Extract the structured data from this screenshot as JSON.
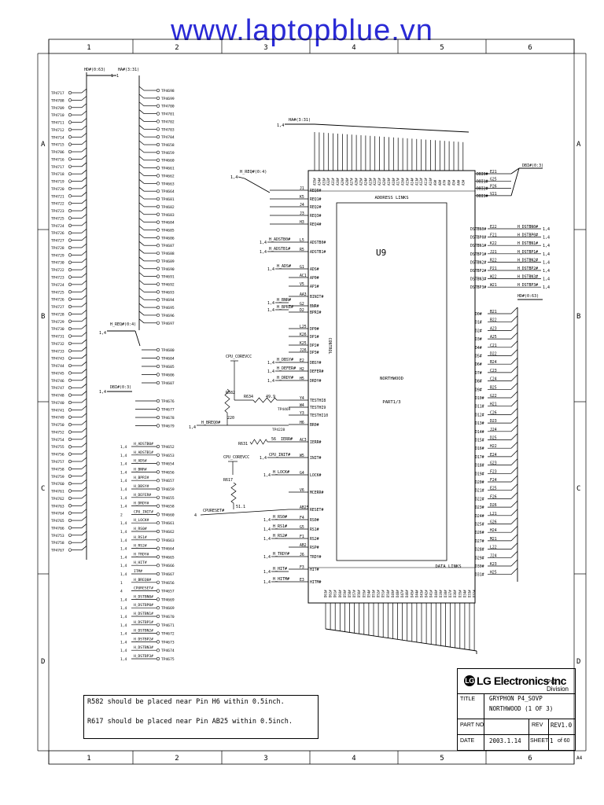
{
  "watermark": "www.laptopblue.vn",
  "border": {
    "columns": [
      "1",
      "2",
      "3",
      "4",
      "5",
      "6"
    ],
    "rows": [
      "A",
      "B",
      "C",
      "D"
    ],
    "sheet_size": "A4"
  },
  "chip": {
    "ref": "U9",
    "name": "NORTHWOOD",
    "part": "PART1/3",
    "address_links": "ADDRESS LINKS",
    "data_links": "DATA LINKS",
    "control": "CONTROL",
    "top_pins": [
      "A35#",
      "A34#",
      "A33#",
      "A32#",
      "A31#",
      "A30#",
      "A29#",
      "A28#",
      "A27#",
      "A26#",
      "A25#",
      "A24#",
      "A23#",
      "A22#",
      "A21#",
      "A20#",
      "A19#",
      "A18#",
      "A17#",
      "A16#",
      "A15#",
      "A14#",
      "A13#",
      "A12#",
      "A11#",
      "A10#",
      "A9#",
      "A8#",
      "A7#",
      "A6#",
      "A5#",
      "A4#",
      "A3#"
    ],
    "bottom_pins": [
      "D63#",
      "D62#",
      "D61#",
      "D60#",
      "D59#",
      "D58#",
      "D57#",
      "D56#",
      "D55#",
      "D54#",
      "D53#",
      "D52#",
      "D51#",
      "D50#",
      "D49#",
      "D48#",
      "D47#",
      "D46#",
      "D45#",
      "D44#",
      "D43#",
      "D42#",
      "D41#",
      "D40#",
      "D39#",
      "D38#",
      "D37#",
      "D36#",
      "D35#",
      "D34#",
      "D33#",
      "D32#"
    ],
    "left_pins": [
      {
        "num": "J1",
        "name": "REQ0#"
      },
      {
        "num": "K5",
        "name": "REQ1#"
      },
      {
        "num": "J4",
        "name": "REQ2#"
      },
      {
        "num": "J3",
        "name": "REQ3#"
      },
      {
        "num": "H3",
        "name": "REQ4#"
      },
      {
        "num": "L5",
        "name": "ADSTB0#"
      },
      {
        "num": "R5",
        "name": "ADSTB1#"
      },
      {
        "num": "G1",
        "name": "ADS#"
      },
      {
        "num": "AC1",
        "name": "AP0#"
      },
      {
        "num": "V5",
        "name": "AP1#"
      },
      {
        "num": "AA3",
        "name": "BINIT#"
      },
      {
        "num": "G2",
        "name": "BNR#"
      },
      {
        "num": "D2",
        "name": "BPRI#"
      },
      {
        "num": "L25",
        "name": "DP0#"
      },
      {
        "num": "K26",
        "name": "DP1#"
      },
      {
        "num": "K25",
        "name": "DP2#"
      },
      {
        "num": "J26",
        "name": "DP3#"
      },
      {
        "num": "E2",
        "name": "DBSY#"
      },
      {
        "num": "H2",
        "name": "DEFER#"
      },
      {
        "num": "H5",
        "name": "DRDY#"
      },
      {
        "num": "Y4",
        "name": "TESTHI8"
      },
      {
        "num": "W4",
        "name": "TESTHI9"
      },
      {
        "num": "Y3",
        "name": "TESTHI10"
      },
      {
        "num": "H6",
        "name": "BR0#"
      },
      {
        "num": "AC3",
        "name": "IERR#"
      },
      {
        "num": "W5",
        "name": "INIT#"
      },
      {
        "num": "G4",
        "name": "LOCK#"
      },
      {
        "num": "V6",
        "name": "MCERR#"
      },
      {
        "num": "AB25",
        "name": "RESET#"
      },
      {
        "num": "F4",
        "name": "RS0#"
      },
      {
        "num": "G5",
        "name": "RS1#"
      },
      {
        "num": "F1",
        "name": "RS2#"
      },
      {
        "num": "AB2",
        "name": "RSP#"
      },
      {
        "num": "J6",
        "name": "TRDY#"
      },
      {
        "num": "F3",
        "name": "HIT#"
      },
      {
        "num": "E3",
        "name": "HITM#"
      }
    ],
    "right_top_pins": [
      {
        "num": "E21",
        "name": "DBI0#"
      },
      {
        "num": "G25",
        "name": "DBI1#"
      },
      {
        "num": "P26",
        "name": "DBI2#"
      },
      {
        "num": "V21",
        "name": "DBI3#"
      }
    ],
    "right_strobe_pins": [
      {
        "num": "E22",
        "name": "DSTBN0#"
      },
      {
        "num": "F21",
        "name": "DSTBP0#"
      },
      {
        "num": "K22",
        "name": "DSTBN1#"
      },
      {
        "num": "J21",
        "name": "DSTBP1#"
      },
      {
        "num": "R22",
        "name": "DSTBN2#"
      },
      {
        "num": "P21",
        "name": "DSTBP2#"
      },
      {
        "num": "W22",
        "name": "DSTBN3#"
      },
      {
        "num": "W21",
        "name": "DSTBP3#"
      }
    ],
    "right_data_pins": [
      {
        "num": "B21",
        "name": "D0#"
      },
      {
        "num": "B22",
        "name": "D1#"
      },
      {
        "num": "A23",
        "name": "D2#"
      },
      {
        "num": "A25",
        "name": "D3#"
      },
      {
        "num": "C21",
        "name": "D4#"
      },
      {
        "num": "D22",
        "name": "D5#"
      },
      {
        "num": "B24",
        "name": "D6#"
      },
      {
        "num": "C23",
        "name": "D7#"
      },
      {
        "num": "C24",
        "name": "D8#"
      },
      {
        "num": "B25",
        "name": "D9#"
      },
      {
        "num": "G22",
        "name": "D10#"
      },
      {
        "num": "H21",
        "name": "D11#"
      },
      {
        "num": "C26",
        "name": "D12#"
      },
      {
        "num": "D23",
        "name": "D13#"
      },
      {
        "num": "J24",
        "name": "D14#"
      },
      {
        "num": "D25",
        "name": "D15#"
      },
      {
        "num": "H22",
        "name": "D16#"
      },
      {
        "num": "E24",
        "name": "D17#"
      },
      {
        "num": "G23",
        "name": "D18#"
      },
      {
        "num": "F23",
        "name": "D19#"
      },
      {
        "num": "F24",
        "name": "D20#"
      },
      {
        "num": "E25",
        "name": "D21#"
      },
      {
        "num": "F26",
        "name": "D22#"
      },
      {
        "num": "D26",
        "name": "D23#"
      },
      {
        "num": "L21",
        "name": "D24#"
      },
      {
        "num": "G26",
        "name": "D25#"
      },
      {
        "num": "H24",
        "name": "D26#"
      },
      {
        "num": "M21",
        "name": "D27#"
      },
      {
        "num": "L22",
        "name": "D28#"
      },
      {
        "num": "J24",
        "name": "D29#"
      },
      {
        "num": "K23",
        "name": "D30#"
      },
      {
        "num": "H25",
        "name": "D31#"
      }
    ]
  },
  "signals": {
    "hd_bus": "HD#(0:63)",
    "ha_bus": "HA#(3:31)",
    "ha_bus2": "HA#(3:31)",
    "hreq_top": "H_REQ#(0:4)",
    "hreq_mid": "H_REQ#(0:4)",
    "dbi_bus": "DBI#(0:3)",
    "dbi_out": "DBI#(0:3)",
    "hd_out": "HD#(0:63)",
    "cpu_core_vcc_1": "CPU_COREVCC",
    "cpu_core_vcc_2": "CPU_COREVCC",
    "r582": "R582",
    "r582_val": "220",
    "r634": "R634",
    "r634_val": "49.9",
    "r631": "R631",
    "r631_val": "56",
    "r617": "R617",
    "r617_val": "51.1",
    "tp4469": "TP4469",
    "tp4228": "TP4228",
    "cpurst": "CPURESET#",
    "h_breq0": "H_BREQ0#",
    "h_ierr": "IERR#",
    "cpu_init": "CPU_INIT#",
    "h_lock": "H_LOCK#",
    "h_adstb0": "H_ADSTB0#",
    "h_adstb1": "H_ADSTB1#",
    "h_ads": "H_ADS#",
    "h_bnr": "H_BNR#",
    "h_bpri": "H_BPRI#",
    "h_dbsy": "H_DBSY#",
    "h_defer": "H_DEFER#",
    "h_drdy": "H_DRDY#",
    "h_rs0": "H_RS0#",
    "h_rs1": "H_RS1#",
    "h_rs2": "H_RS2#",
    "h_trdy": "H_TRDY#",
    "h_hit": "H_HIT#",
    "h_hitm": "H_HITM#",
    "dstb": [
      "H_DSTBN0#",
      "H_DSTBP0#",
      "H_DSTBN1#",
      "H_DSTBP1#",
      "H_DSTBN2#",
      "H_DSTBP2#",
      "H_DSTBN3#",
      "H_DSTBP3#"
    ],
    "dstb_ref": "1,4",
    "top_ref": "1,4"
  },
  "testpoints": {
    "left_col": [
      "TP4717",
      "TP4708",
      "TP4709",
      "TP4710",
      "TP4711",
      "TP4712",
      "TP4714",
      "TP4715",
      "TP4706",
      "TP4716",
      "TP4717",
      "TP4718",
      "TP4719",
      "TP4720",
      "TP4721",
      "TP4722",
      "TP4723",
      "TP4725",
      "TP4724",
      "TP4726",
      "TP4727",
      "TP4728",
      "TP4729",
      "TP4730",
      "TP4722",
      "TP4723",
      "TP4724",
      "TP4725",
      "TP4726",
      "TP4727",
      "TP4728",
      "TP4729",
      "TP4730",
      "TP4731",
      "TP4732",
      "TP4733",
      "TP4743",
      "TP4744",
      "TP4745",
      "TP4746",
      "TP4747",
      "TP4748",
      "TP4740",
      "TP4741",
      "TP4749",
      "TP4750",
      "TP4752",
      "TP4754",
      "TP4755",
      "TP4756",
      "TP4757",
      "TP4758",
      "TP4759",
      "TP4760",
      "TP4761",
      "TP4762",
      "TP4763",
      "TP4764",
      "TP4765",
      "TP4766",
      "TP4753",
      "TP4758",
      "TP4767"
    ],
    "ha_col": [
      "TP4698",
      "TP4699",
      "TP4700",
      "TP4701",
      "TP4702",
      "TP4703",
      "TP4704",
      "TP4658",
      "TP4659",
      "TP4660",
      "TP4661",
      "TP4662",
      "TP4663",
      "TP4664",
      "TP4681",
      "TP4682",
      "TP4683",
      "TP4684",
      "TP4685",
      "TP4686",
      "TP4687",
      "TP4688",
      "TP4689",
      "TP4690",
      "TP4691",
      "TP4692",
      "TP4693",
      "TP4694",
      "TP4695",
      "TP4696",
      "TP4697"
    ],
    "req_col": [
      "TP4680",
      "TP4604",
      "TP4605",
      "TP4606",
      "TP4607"
    ],
    "dbi_col": [
      "TP4676",
      "TP4677",
      "TP4678",
      "TP4679"
    ],
    "ctl_col": [
      {
        "sig": "H_ADSTB0#",
        "tp": "TP4652",
        "ref": "1,4"
      },
      {
        "sig": "H_ADSTB1#",
        "tp": "TP4653",
        "ref": "1,4"
      },
      {
        "sig": "H_ADS#",
        "tp": "TP4654",
        "ref": "1,4"
      },
      {
        "sig": "H_BNR#",
        "tp": "TP4656",
        "ref": "1,4"
      },
      {
        "sig": "H_BPRI#",
        "tp": "TP4657",
        "ref": "1,4"
      },
      {
        "sig": "H_DBSY#",
        "tp": "TP4659",
        "ref": "1,4"
      },
      {
        "sig": "H_DEFER#",
        "tp": "TP4655",
        "ref": "1,4"
      },
      {
        "sig": "H_DRDY#",
        "tp": "TP4658",
        "ref": "1,4"
      },
      {
        "sig": "CPU_INIT#",
        "tp": "TP4660",
        "ref": "2"
      },
      {
        "sig": "H_LOCK#",
        "tp": "TP4661",
        "ref": "1,4"
      },
      {
        "sig": "H_RS0#",
        "tp": "TP4662",
        "ref": "1,4"
      },
      {
        "sig": "H_RS1#",
        "tp": "TP4663",
        "ref": "1,4"
      },
      {
        "sig": "H_RS2#",
        "tp": "TP4664",
        "ref": "1,4"
      },
      {
        "sig": "H_TRDY#",
        "tp": "TP4665",
        "ref": "1,4"
      },
      {
        "sig": "H_HIT#",
        "tp": "TP4666",
        "ref": "1,4"
      },
      {
        "sig": "ITM#",
        "tp": "TP4667",
        "ref": "1,4"
      },
      {
        "sig": "H_BREQ0#",
        "tp": "TP4656",
        "ref": "1"
      },
      {
        "sig": "CPURESET#",
        "tp": "TP4657",
        "ref": "4"
      },
      {
        "sig": "H_DSTBN0#",
        "tp": "TP4669",
        "ref": "1,4"
      },
      {
        "sig": "H_DSTBP0#",
        "tp": "TP4669",
        "ref": "1,4"
      },
      {
        "sig": "H_DSTBN1#",
        "tp": "TP4670",
        "ref": "1,4"
      },
      {
        "sig": "H_DSTBP1#",
        "tp": "TP4671",
        "ref": "1,4"
      },
      {
        "sig": "H_DSTBN2#",
        "tp": "TP4672",
        "ref": "1,4"
      },
      {
        "sig": "H_DSTBP2#",
        "tp": "TP4673",
        "ref": "1,4"
      },
      {
        "sig": "H_DSTBN3#",
        "tp": "TP4674",
        "ref": "1,4"
      },
      {
        "sig": "H_DSTBP3#",
        "tp": "TP4675",
        "ref": "1,4"
      }
    ]
  },
  "notes": [
    "R582 should be placed near Pin H6 within 0.5inch.",
    "R617 should be placed near Pin AB25 within 0.5inch."
  ],
  "title_block": {
    "company": "LG Electronics Inc",
    "division": "PC Division",
    "title_label": "TITLE",
    "title_line1": "GRYPHON P4_SOVP",
    "title_line2": "NORTHWOOD (1 OF 3)",
    "part_no_label": "PART NO",
    "rev_label": "REV",
    "rev_value": "REV1.0",
    "date_label": "DATE",
    "date_value": "2003.1.14",
    "sheet_label": "SHEET",
    "sheet_value": "1",
    "of_label": "of 60"
  }
}
